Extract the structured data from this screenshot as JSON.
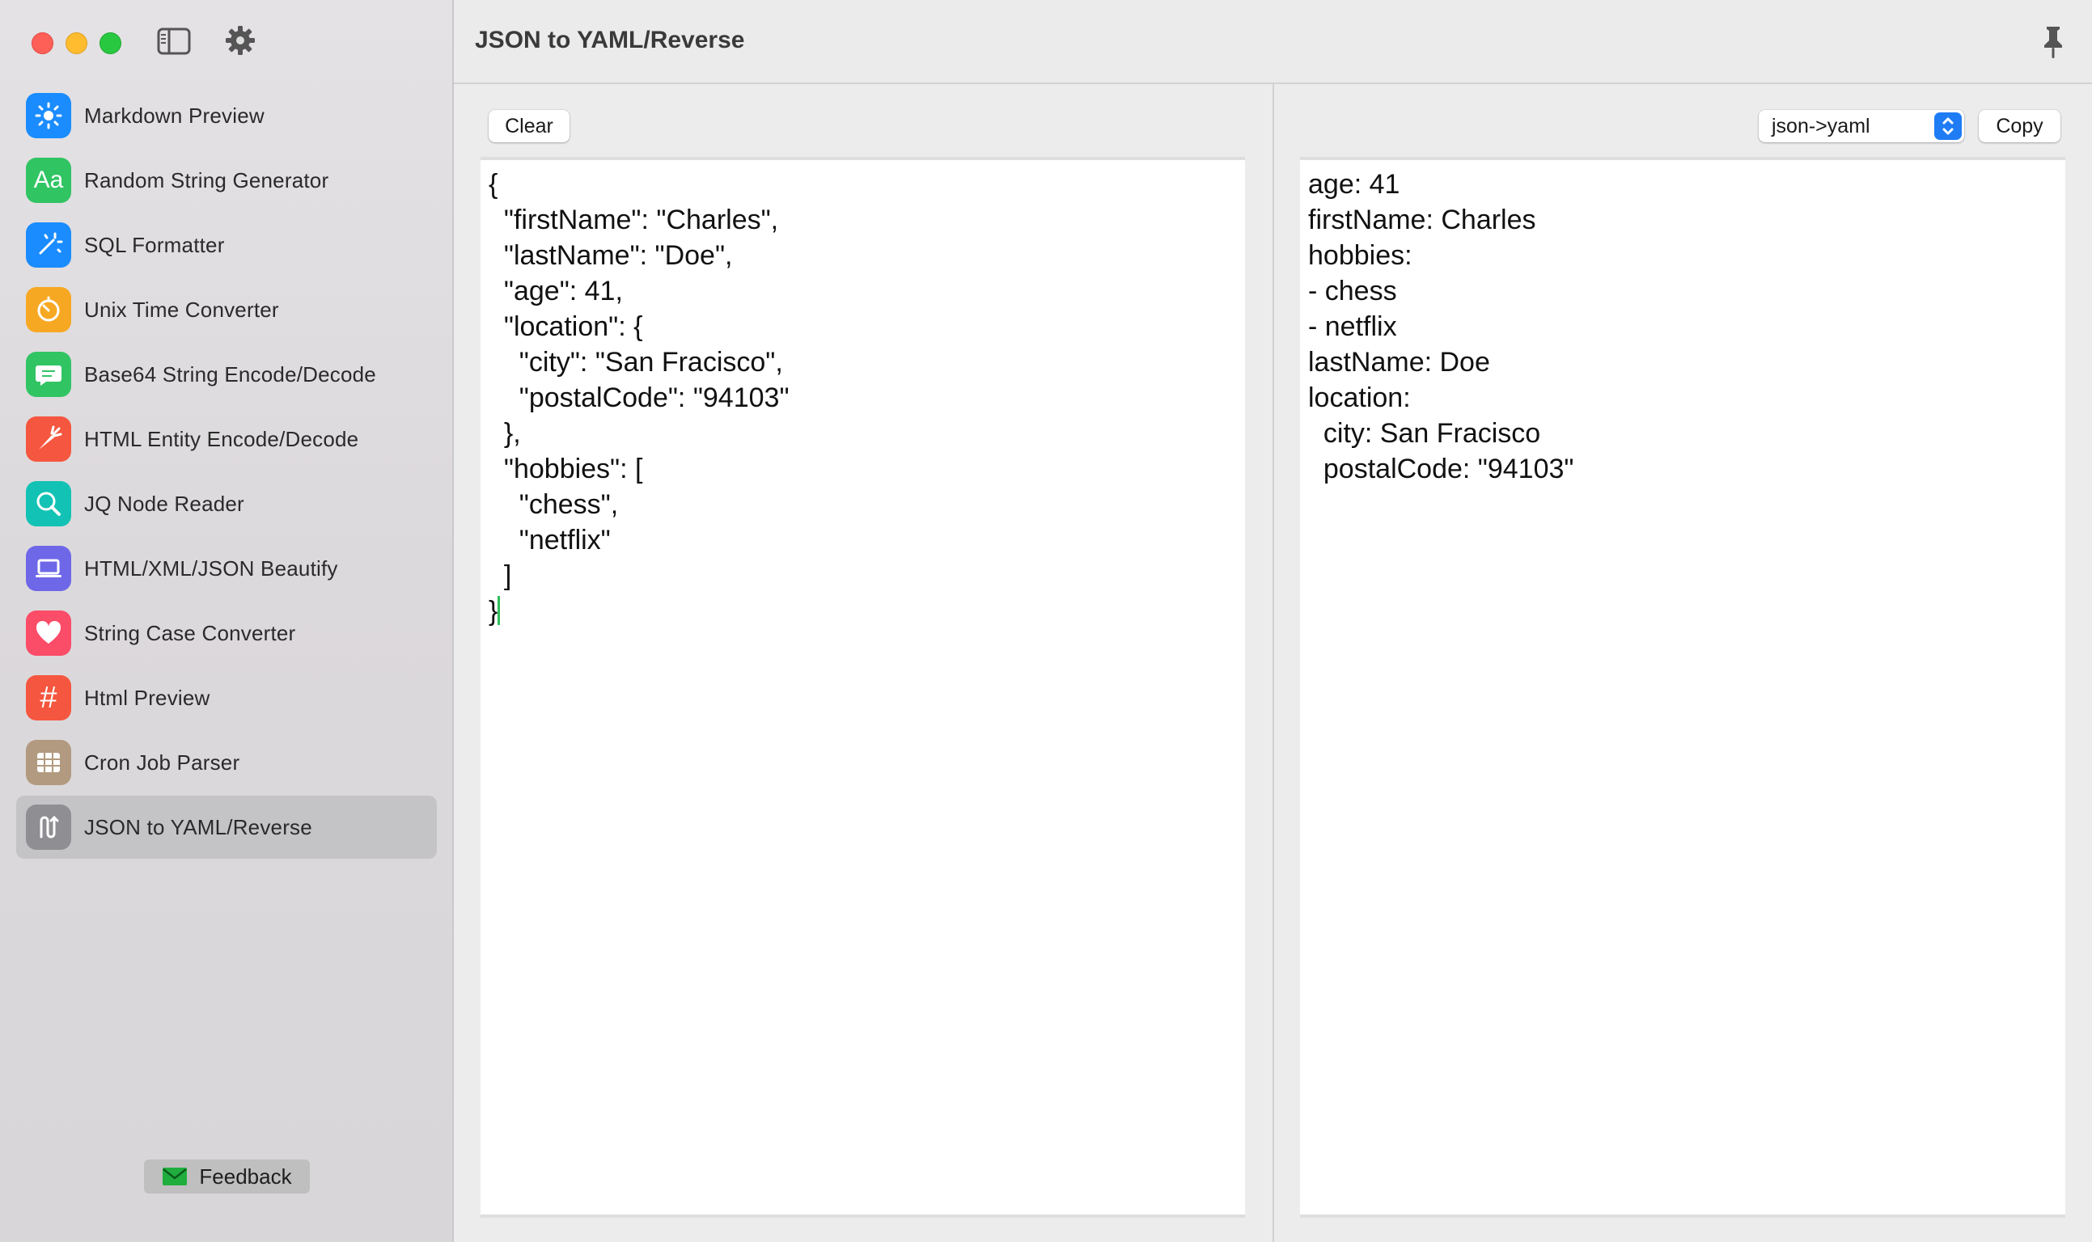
{
  "window": {
    "title": "JSON to YAML/Reverse"
  },
  "sidebar": {
    "items": [
      {
        "label": "Markdown Preview",
        "icon": "sun-icon",
        "color": "#1a8cff",
        "active": false
      },
      {
        "label": "Random String Generator",
        "icon": "text-aa-icon",
        "color": "#31c463",
        "active": false
      },
      {
        "label": "SQL Formatter",
        "icon": "magic-wand-icon",
        "color": "#1a8cff",
        "active": false
      },
      {
        "label": "Unix Time Converter",
        "icon": "timer-icon",
        "color": "#f7a823",
        "active": false
      },
      {
        "label": "Base64 String Encode/Decode",
        "icon": "message-icon",
        "color": "#31c463",
        "active": false
      },
      {
        "label": "HTML Entity Encode/Decode",
        "icon": "carrot-icon",
        "color": "#f5563f",
        "active": false
      },
      {
        "label": "JQ Node Reader",
        "icon": "magnifier-icon",
        "color": "#12c2b4",
        "active": false
      },
      {
        "label": "HTML/XML/JSON Beautify",
        "icon": "laptop-icon",
        "color": "#6e67e8",
        "active": false
      },
      {
        "label": "String Case Converter",
        "icon": "heart-icon",
        "color": "#fb4c68",
        "active": false
      },
      {
        "label": "Html Preview",
        "icon": "hashtag-icon",
        "color": "#f5563f",
        "active": false
      },
      {
        "label": "Cron Job Parser",
        "icon": "grid-icon",
        "color": "#b19a7f",
        "active": false
      },
      {
        "label": "JSON to YAML/Reverse",
        "icon": "swap-icon",
        "color": "#8e8e93",
        "active": true
      }
    ],
    "feedback_label": "Feedback"
  },
  "left_pane": {
    "clear_label": "Clear",
    "input_text": "{\n  \"firstName\": \"Charles\",\n  \"lastName\": \"Doe\",\n  \"age\": 41,\n  \"location\": {\n    \"city\": \"San Fracisco\",\n    \"postalCode\": \"94103\"\n  },\n  \"hobbies\": [\n    \"chess\",\n    \"netflix\"\n  ]\n}"
  },
  "right_pane": {
    "mode_selected": "json->yaml",
    "copy_label": "Copy",
    "output_text": "age: 41\nfirstName: Charles\nhobbies:\n- chess\n- netflix\nlastName: Doe\nlocation:\n  city: San Fracisco\n  postalCode: \"94103\""
  }
}
